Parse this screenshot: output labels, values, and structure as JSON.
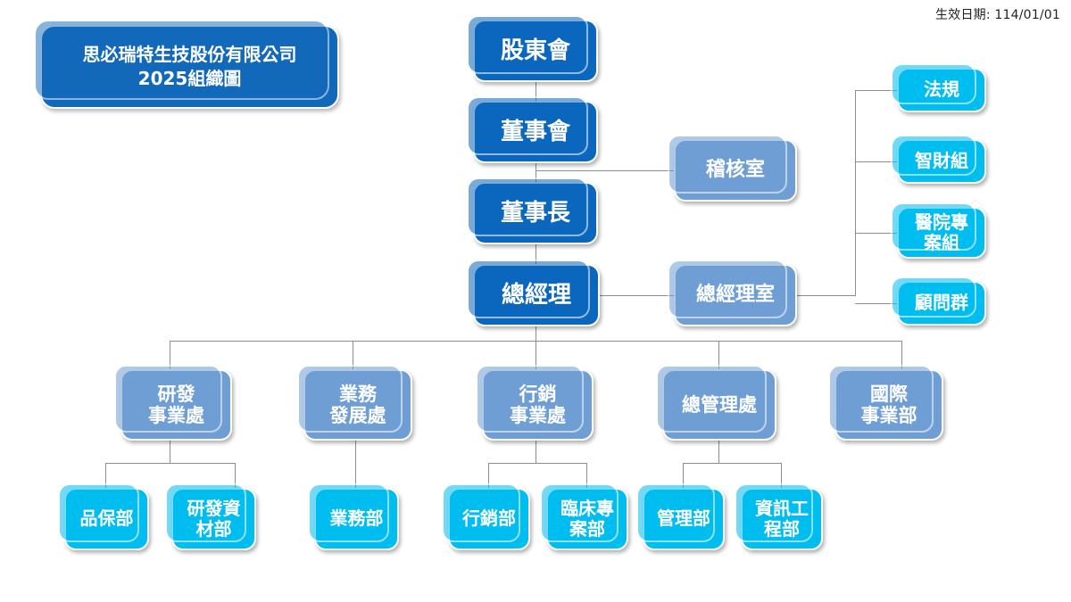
{
  "meta": {
    "effective_date_label": "生效日期: 114/01/01",
    "title": "思必瑞特生技股份有限公司\n2025組織圖"
  },
  "colors": {
    "dark_blue": "#0b66bd",
    "mid_blue": "#6e9ed4",
    "cyan": "#00bdf0",
    "title_blue": "#1269ba",
    "connector_gray": "#8d8d8d",
    "background": "#ffffff",
    "text": "#ffffff",
    "date_text": "#231f20"
  },
  "chain": {
    "shareholders": "股東會",
    "board": "董事會",
    "chairman": "董事長",
    "general_manager": "總經理"
  },
  "staff": {
    "audit_office": "稽核室",
    "gm_office": "總經理室"
  },
  "gm_office_groups": [
    {
      "label": "法規"
    },
    {
      "label": "智財組"
    },
    {
      "label": "醫院專\n案組"
    },
    {
      "label": "顧問群"
    }
  ],
  "divisions": [
    {
      "label": "研發\n事業處",
      "departments": [
        {
          "label": "品保部"
        },
        {
          "label": "研發資\n材部"
        }
      ]
    },
    {
      "label": "業務\n發展處",
      "departments": [
        {
          "label": "業務部"
        }
      ]
    },
    {
      "label": "行銷\n事業處",
      "departments": [
        {
          "label": "行銷部"
        },
        {
          "label": "臨床專\n案部"
        }
      ]
    },
    {
      "label": "總管理處",
      "departments": [
        {
          "label": "管理部"
        },
        {
          "label": "資訊工\n程部"
        }
      ]
    },
    {
      "label": "國際\n事業部",
      "departments": []
    }
  ]
}
